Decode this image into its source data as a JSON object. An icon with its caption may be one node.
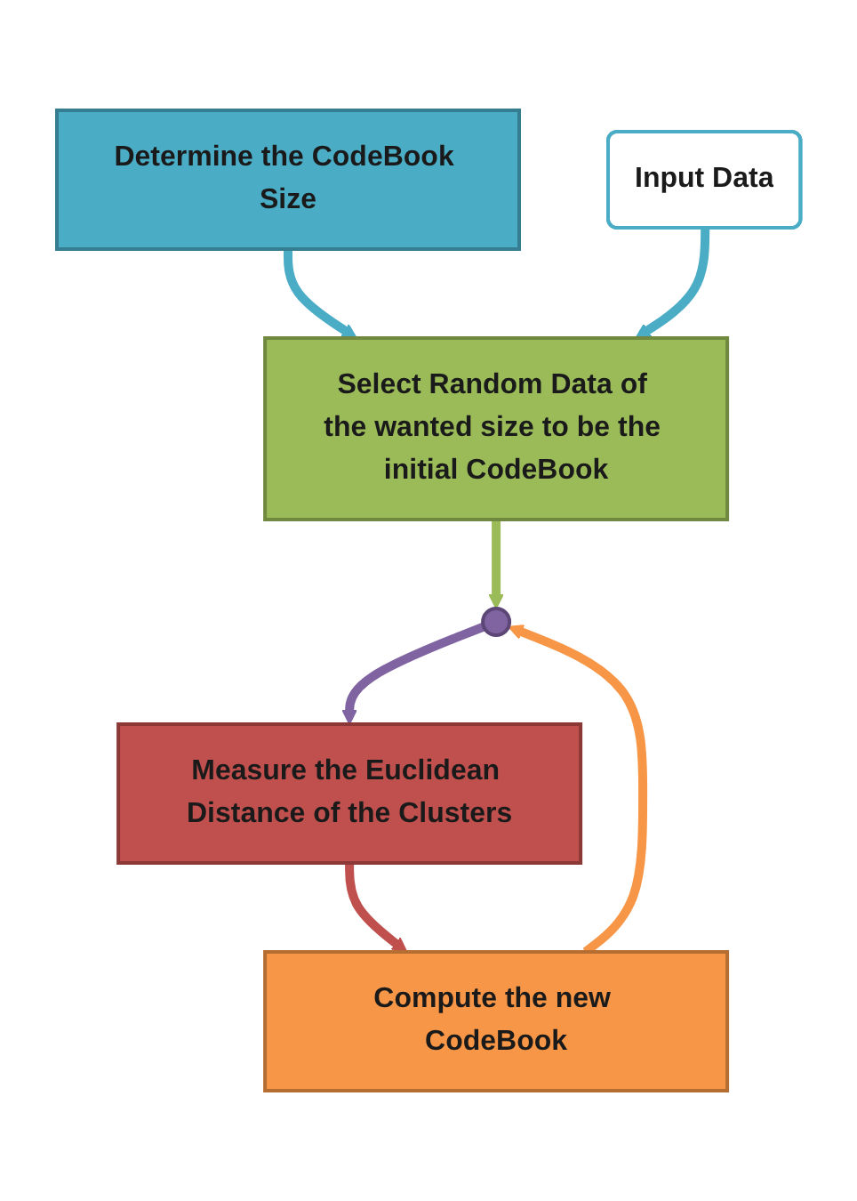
{
  "diagram": {
    "nodes": [
      {
        "text": [
          "Determine the CodeBook Size"
        ]
      },
      {
        "text": [
          "Select Random Data of the wanted size to be the initial CodeBook"
        ]
      },
      {
        "text": [
          "Input Data"
        ]
      },
      {
        "text": [],
        "shape": "circle"
      },
      {
        "text": [
          "Measure the Euclidean Distance of the Clusters"
        ]
      },
      {
        "text": [
          "Compute the new CodeBook"
        ]
      }
    ],
    "edges": [
      {
        "from": 0,
        "to": 1,
        "arrow": "to",
        "color": "#4bacc6"
      },
      {
        "from": 2,
        "to": 1,
        "arrow": "to",
        "color": "#4bacc6"
      },
      {
        "from": 1,
        "to": 3,
        "arrow": "to",
        "color": "#9bbb59"
      },
      {
        "from": 3,
        "to": 4,
        "arrow": "to",
        "color": "#8064a2"
      },
      {
        "from": 4,
        "to": 5,
        "arrow": "to",
        "color": "#c0504d"
      },
      {
        "from": 5,
        "to": 3,
        "arrow": "to",
        "color": "#f79646"
      }
    ]
  }
}
